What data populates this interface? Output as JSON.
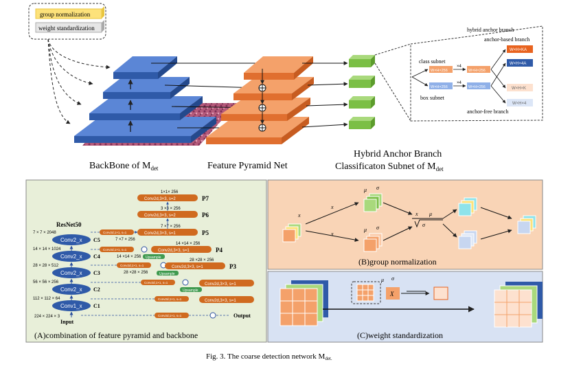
{
  "legend": {
    "group_norm": "group normalization",
    "weight_std": "weight standardization"
  },
  "top": {
    "backbone_label": "BackBone of M",
    "backbone_sub": "det",
    "fpn_label": "Feature Pyramid Net",
    "hybrid_label_1": "Hybrid Anchor Branch",
    "hybrid_label_2": "Classificaton Subnet of M",
    "hybrid_label_2_sub": "det"
  },
  "hybrid": {
    "title": "hybrid anchor branch",
    "anchor_based": "anchor-based branch",
    "anchor_free": "anchor-free branch",
    "class_subnet": "class subnet",
    "box_subnet": "box subnet",
    "block_a": "W×H×256",
    "block_b": "W×H×256",
    "block_c": "W×H×256",
    "block_d": "W×H×256",
    "x4a": "×4",
    "x4b": "×4",
    "out_ka": "W×H×KA",
    "out_4a": "W×H×4A",
    "out_k": "W×H×K",
    "out_4": "W×H×4"
  },
  "panelA": {
    "caption": "(A)combination of feature pyramid and backbone",
    "resnet": "ResNet50",
    "input": "Input",
    "output": "Output",
    "input_dim": "224 × 224 × 3",
    "layers": [
      {
        "dim": "112 × 112 × 64",
        "name": "Conv1_x",
        "tag": "C1"
      },
      {
        "dim": "56 × 56 × 256",
        "name": "Conv2_x",
        "tag": "C2"
      },
      {
        "dim": "28 × 28 × 512",
        "name": "Conv2_x",
        "tag": "C3"
      },
      {
        "dim": "14 × 14 × 1024",
        "name": "Conv2_x",
        "tag": "C4"
      },
      {
        "dim": "7 × 7 × 2048",
        "name": "Conv2_x",
        "tag": "C5"
      }
    ],
    "conv1x1": "Conv2d,1×1, s=1",
    "conv3x3": "Conv2d,3×3, s=1",
    "conv3x3s2": "Conv2d,3×3, s=2",
    "upsample": "Upsample",
    "p_labels": [
      "P3",
      "P4",
      "P5",
      "P6",
      "P7"
    ],
    "p_dims": [
      "28 ×28 × 256",
      "14 ×14 × 256",
      "7 ×7 × 256",
      "3 ×3 × 256",
      "1×1× 256"
    ],
    "inner_dims": [
      "28 ×28 × 256",
      "14 ×14 × 256",
      "7 ×7 × 256"
    ]
  },
  "panelB": {
    "caption": "(B)group normalization",
    "x": "x",
    "x1": "x",
    "x2": "x",
    "mu": "μ",
    "sigma": "σ"
  },
  "panelC": {
    "caption": "(C)weight standardization",
    "xi": "X"
  },
  "figure_caption": "Fig. 3.  The coarse detection network M",
  "figure_caption_sub": "det."
}
